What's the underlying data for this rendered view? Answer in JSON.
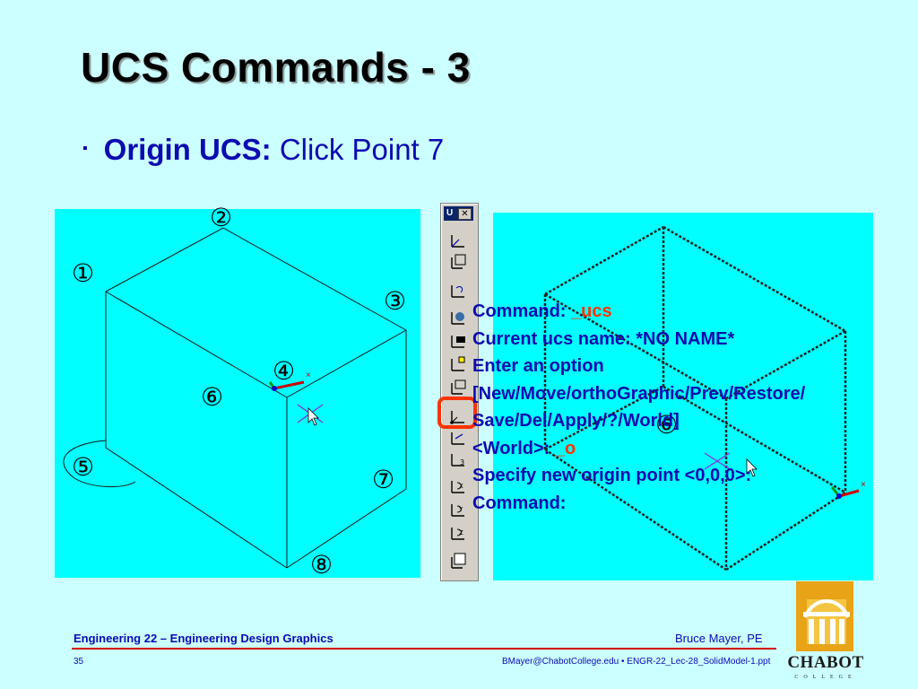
{
  "slide": {
    "title": "UCS Commands - 3",
    "bullet": {
      "marker": "▪",
      "strong": "Origin UCS:",
      "text": " Click Point 7"
    }
  },
  "left_view": {
    "numbers": [
      "①",
      "②",
      "③",
      "④",
      "⑤",
      "⑥",
      "⑦",
      "⑧"
    ]
  },
  "right_view": {
    "number": "⑥"
  },
  "toolbar": {
    "title_letter": "U",
    "close_glyph": "✕",
    "icons": [
      "ucs-world-icon",
      "ucs-previous-icon",
      "ucs-face-icon",
      "ucs-object-icon",
      "ucs-view-icon",
      "ucs-origin-icon",
      "ucs-zaxis-icon",
      "ucs-3point-icon",
      "ucs-x-icon",
      "ucs-y-icon",
      "ucs-z-icon",
      "ucs-apply-icon"
    ],
    "highlighted_icon": "ucs-origin-icon"
  },
  "command_line": {
    "line1_prefix": "Command: ",
    "line1_cmd": "_ucs",
    "line2": "Current ucs name:  *NO NAME*",
    "line3": "Enter an option",
    "line4": "[New/Move/orthoGraphic/Prev/Restore/",
    "line5": "Save/Del/Apply/?/World]",
    "line6_prefix": "<World>: ",
    "line6_cmd": "_o",
    "line7": "Specify new origin point <0,0,0>:",
    "line8": "Command:"
  },
  "footer": {
    "course": "Engineering 22 – Engineering Design Graphics",
    "author": "Bruce Mayer, PE",
    "page": "35",
    "email_file": "BMayer@ChabotCollege.edu  • ENGR-22_Lec-28_SolidModel-1.ppt",
    "logo_name": "CHABOT",
    "logo_sub": "COLLEGE"
  },
  "colors": {
    "background": "#ccffff",
    "viewport": "#00ffff",
    "text_blue": "#0b0bb0",
    "command_red": "#ff3300",
    "footer_rule": "#cc0000"
  }
}
